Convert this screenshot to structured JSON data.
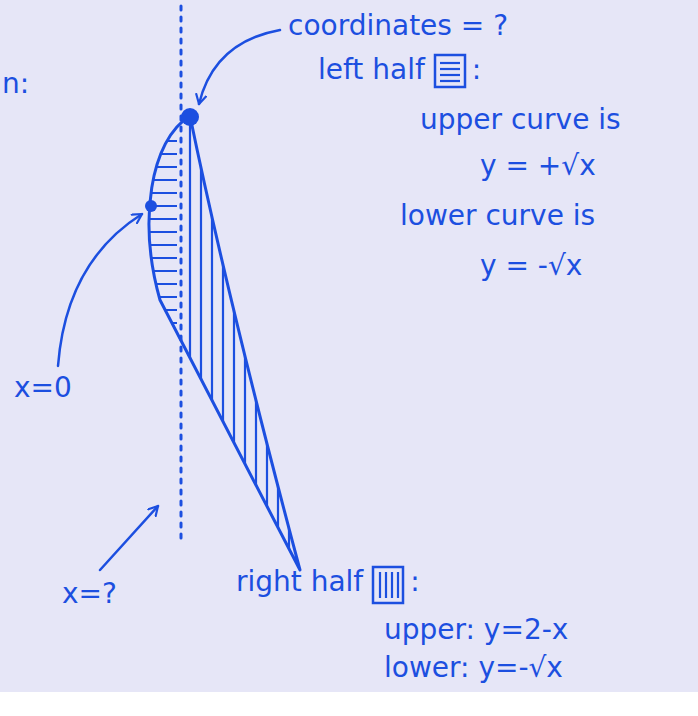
{
  "diagram": {
    "labels": [
      "n:",
      "coordinates = ?",
      "left half",
      ":",
      "upper curve is",
      "y = +√x",
      "lower curve is",
      "y = -√x",
      "x=0",
      "x=?",
      "right half",
      ":",
      "upper: y=2-x",
      "lower: y=-√x"
    ]
  }
}
